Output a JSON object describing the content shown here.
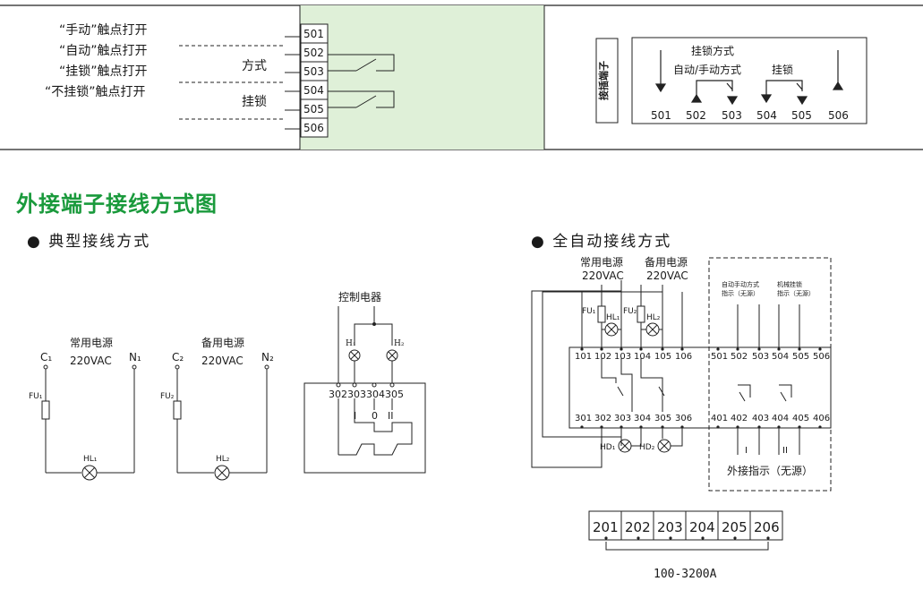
{
  "colors": {
    "heading": "#1a9a3c",
    "green_panel": "#dff0d8",
    "line": "#222222"
  },
  "top_left": {
    "contact_labels": [
      "“手动”触点打开",
      "“自动”触点打开",
      "“挂锁”触点打开",
      "“不挂锁”触点打开"
    ],
    "mode_label": "方式",
    "lock_label": "挂锁",
    "terminals": [
      "501",
      "502",
      "503",
      "504",
      "505",
      "506"
    ]
  },
  "top_right": {
    "side_label": "接插端子",
    "lock_mode": "挂锁方式",
    "auto_manual_mode": "自动/手动方式",
    "lock": "挂锁",
    "terminals": [
      "501",
      "502",
      "503",
      "504",
      "505",
      "506"
    ]
  },
  "section_title": "外接端子接线方式图",
  "typical": {
    "title": "● 典型接线方式",
    "normal_power": "常用电源",
    "backup_power": "备用电源",
    "voltage1": "220VAC",
    "voltage2": "220VAC",
    "c1": "C₁",
    "n1": "N₁",
    "c2": "C₂",
    "n2": "N₂",
    "fu1": "FU₁",
    "fu2": "FU₂",
    "hl1": "HL₁",
    "hl2": "HL₂",
    "control_device": "控制电器",
    "h1": "H₁",
    "h2": "H₂",
    "terminals": [
      "302",
      "303",
      "304",
      "305"
    ],
    "positions": [
      "I",
      "0",
      "II"
    ]
  },
  "auto": {
    "title": "● 全自动接线方式",
    "normal_power": "常用电源",
    "backup_power": "备用电源",
    "voltage1": "220VAC",
    "voltage2": "220VAC",
    "fu1": "FU₁",
    "fu2": "FU₂",
    "hl1": "HL₁",
    "hl2": "HL₂",
    "hd1": "HD₁",
    "hd2": "HD₂",
    "auto_manual_indicator": "自动手动方式",
    "auto_manual_indicator_2": "指示（无源）",
    "mech_lock": "机械挂锁",
    "mech_lock_2": "指示（无源）",
    "top_terminals": [
      "101",
      "102",
      "103",
      "104",
      "105",
      "106",
      "501",
      "502",
      "503",
      "504",
      "505",
      "506"
    ],
    "bottom_terminals": [
      "301",
      "302",
      "303",
      "304",
      "305",
      "306",
      "401",
      "402",
      "403",
      "404",
      "405",
      "406"
    ],
    "ext_positions": [
      "I",
      "II"
    ],
    "ext_indicator": "外接指示（无源）",
    "range_terminals": [
      "201",
      "202",
      "203",
      "204",
      "205",
      "206"
    ],
    "range": "100-3200A"
  }
}
